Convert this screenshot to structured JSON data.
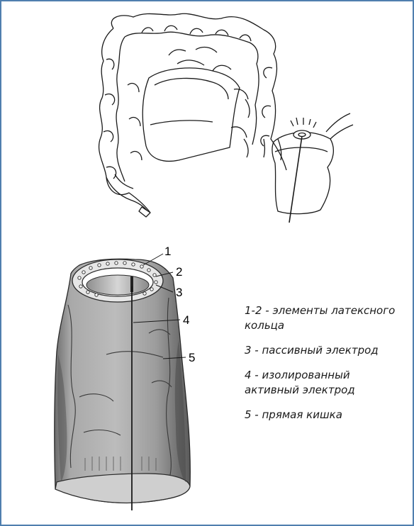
{
  "callouts": [
    "1",
    "2",
    "3",
    "4",
    "5"
  ],
  "legend": [
    {
      "text": "1-2 - элементы латексного кольца"
    },
    {
      "text": "3 - пассивный электрод"
    },
    {
      "text": "4 - изолированный активный электрод"
    },
    {
      "text": "5 - прямая кишка"
    }
  ]
}
